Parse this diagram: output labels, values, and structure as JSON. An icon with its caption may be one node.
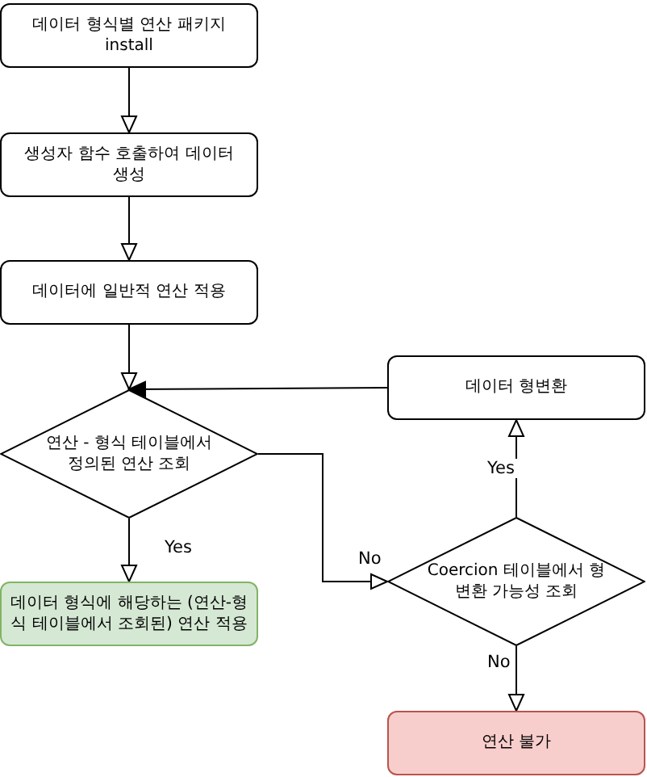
{
  "diagram": {
    "nodes": [
      {
        "text": [
          "데이터 형식별 연산 패키지 install"
        ]
      },
      {
        "text": [
          "생성자 함수 호출하여 데이터 생성"
        ]
      },
      {
        "text": [
          "데이터에 일반적 연산 적용"
        ]
      },
      {
        "text": [
          "연산 - 형식 테이블에서 정의된 연산 조회"
        ]
      },
      {
        "text": [
          "데이터 형식에 해당하는 (연산-형식 테이블에서 조회된) 연산 적용"
        ]
      },
      {
        "text": [
          "Coercion 테이블에서 형변환 가능성 조회"
        ]
      },
      {
        "text": [
          "연산 불가"
        ]
      },
      {
        "text": [
          "데이터 형변환"
        ]
      }
    ],
    "edges": [
      {
        "from": 0,
        "to": 1,
        "arrow": "to"
      },
      {
        "from": 1,
        "to": 2,
        "arrow": "to"
      },
      {
        "from": 2,
        "to": 3,
        "arrow": "to"
      },
      {
        "from": 3,
        "to": 4,
        "arrow": "to",
        "label": "Yes"
      },
      {
        "from": 3,
        "to": 5,
        "arrow": "to",
        "label": "No"
      },
      {
        "from": 5,
        "to": 7,
        "arrow": "to",
        "label": "Yes"
      },
      {
        "from": 5,
        "to": 6,
        "arrow": "to",
        "label": "No"
      },
      {
        "from": 7,
        "to": 3,
        "arrow": "to"
      }
    ]
  }
}
